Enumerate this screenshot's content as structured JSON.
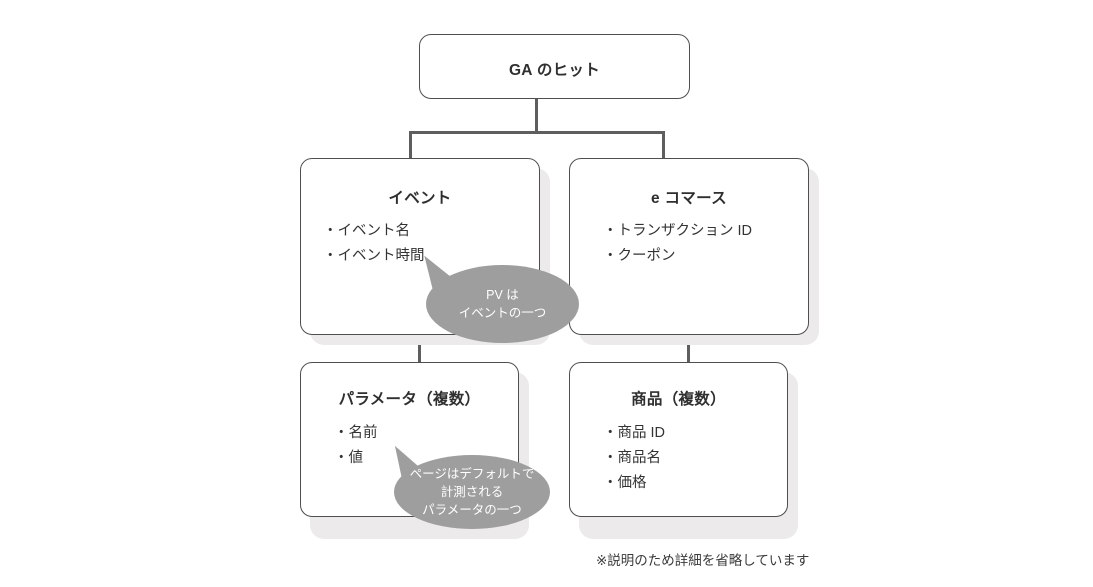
{
  "diagram": {
    "root": {
      "title": "GA のヒット"
    },
    "nodes": [
      {
        "key": "event",
        "title": "イベント",
        "items": [
          "・イベント名",
          "・イベント時間"
        ]
      },
      {
        "key": "ecommerce",
        "title": "e コマース",
        "items": [
          "・トランザクション ID",
          "・クーポン"
        ]
      },
      {
        "key": "parameter",
        "title": "パラメータ（複数）",
        "items": [
          "・名前",
          "・値"
        ]
      },
      {
        "key": "product",
        "title": "商品（複数）",
        "items": [
          "・商品 ID",
          "・商品名",
          "・価格"
        ]
      }
    ],
    "callouts": [
      {
        "key": "pv",
        "lines": [
          "PV は",
          "イベントの一つ"
        ]
      },
      {
        "key": "page-parameter",
        "lines": [
          "ページはデフォルトで",
          "計測される",
          "パラメータの一つ"
        ]
      }
    ],
    "footnote": "※説明のため詳細を省略しています",
    "colors": {
      "box_border": "#4f4f4f",
      "box_fill": "#ffffff",
      "connector": "#5e5e5e",
      "callout_fill": "#9e9e9e",
      "callout_text": "#ffffff",
      "shadow": "#eceaea",
      "text": "#333333"
    }
  }
}
